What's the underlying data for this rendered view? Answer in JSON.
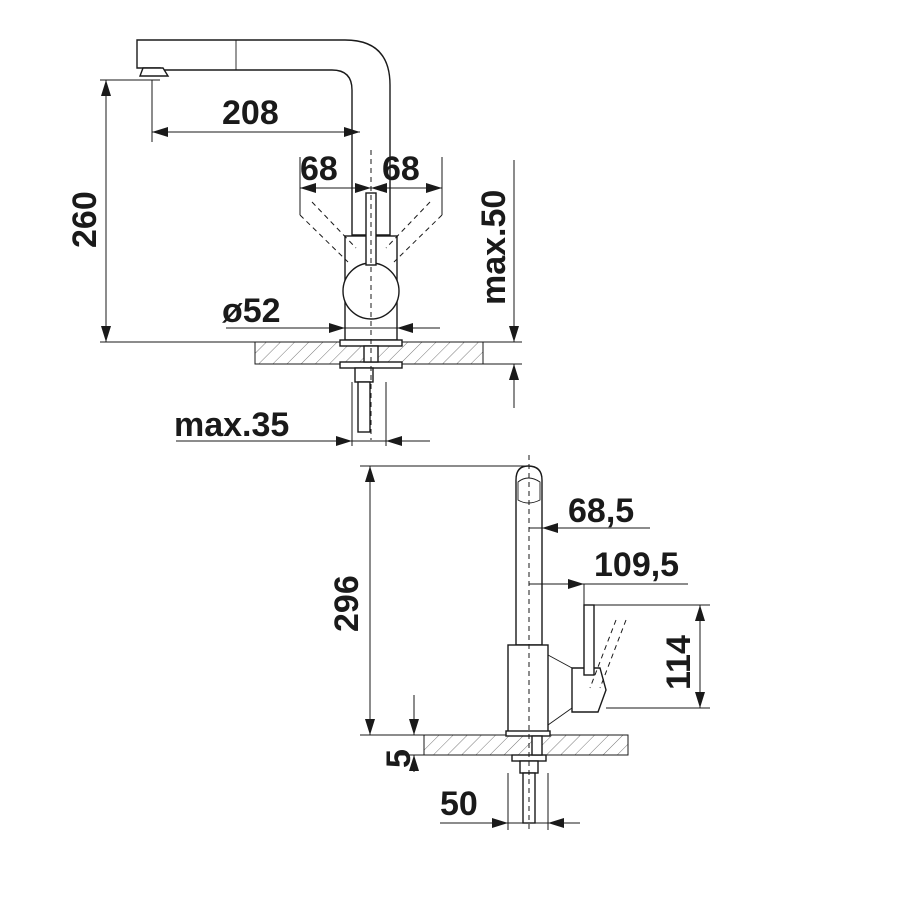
{
  "front_view": {
    "dim_spout_reach": "208",
    "dim_lever_left": "68",
    "dim_lever_right": "68",
    "dim_height": "260",
    "dim_max_plate": "max.50",
    "dim_base_diameter": "ø52",
    "dim_max_hole": "max.35"
  },
  "side_view": {
    "dim_height": "296",
    "dim_offset_a": "68,5",
    "dim_offset_b": "109,5",
    "dim_lever_height": "114",
    "dim_base": "5",
    "dim_width": "50"
  }
}
